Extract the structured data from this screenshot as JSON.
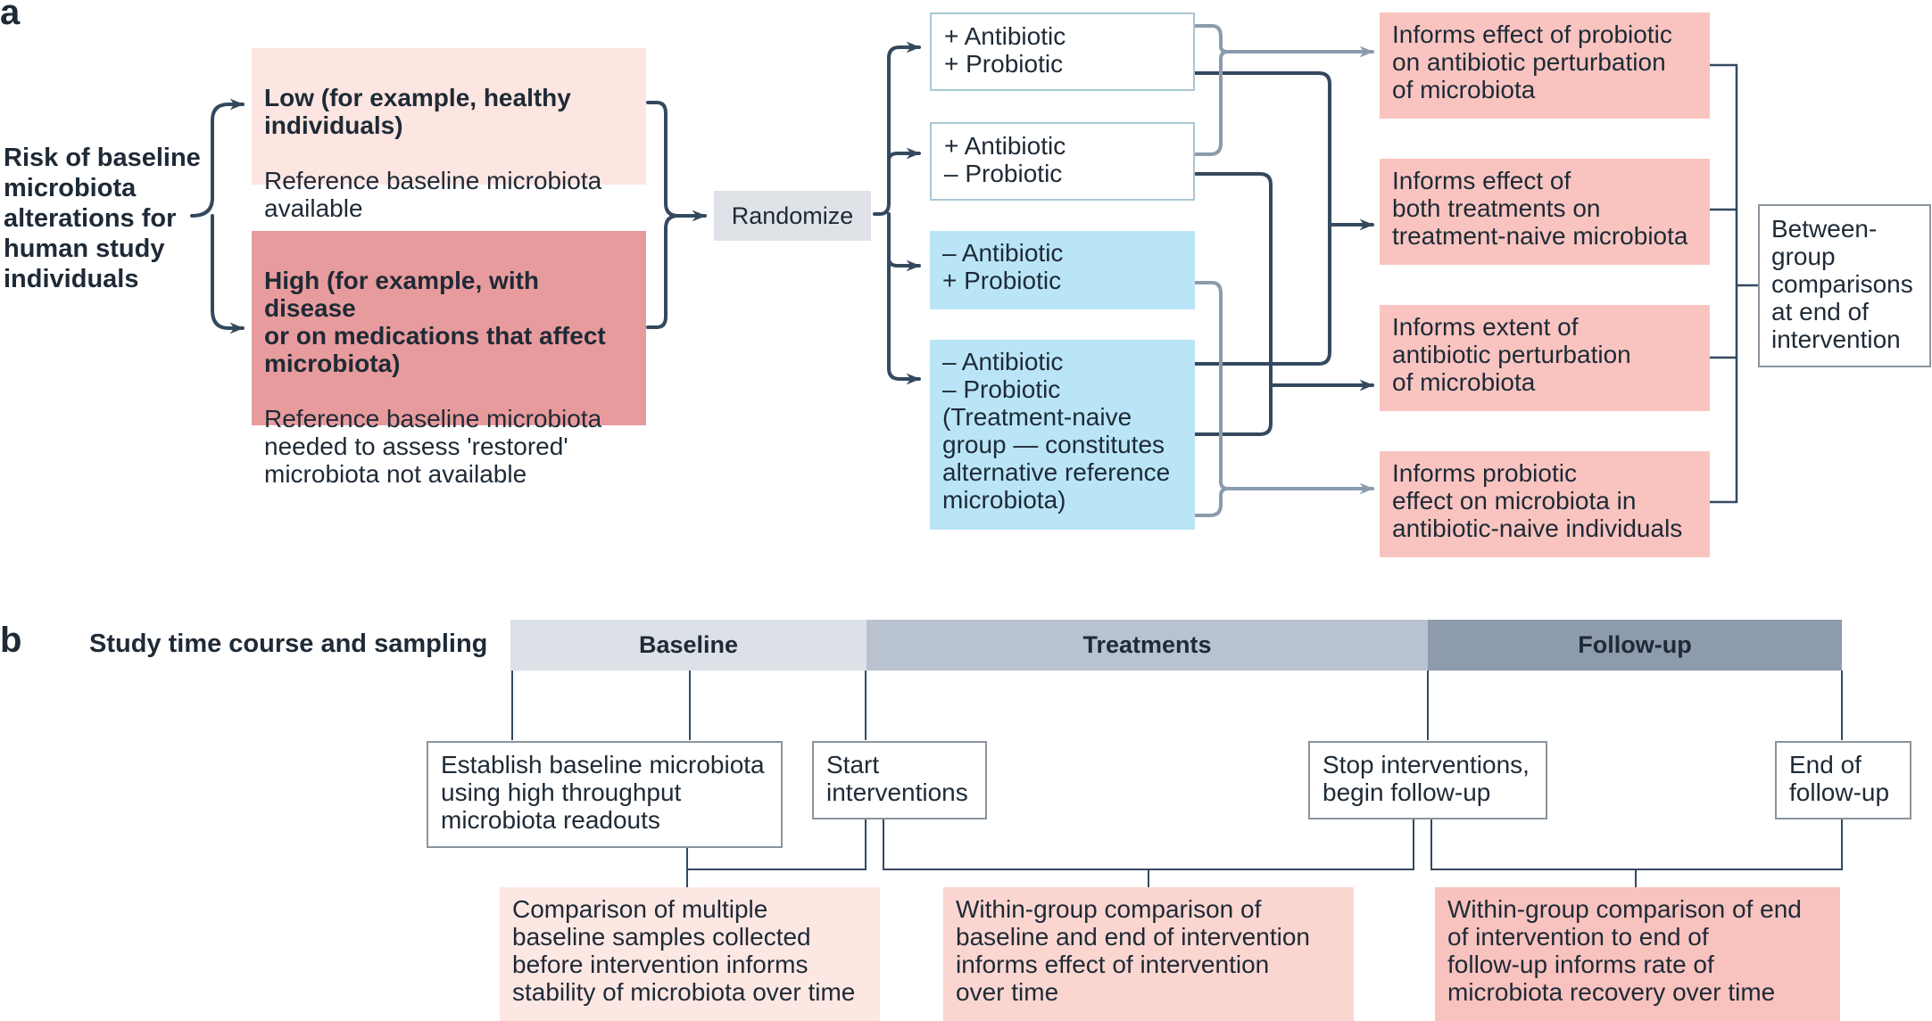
{
  "panel_a": {
    "letter": "a",
    "risk_label": "Risk of baseline\nmicrobiota\nalterations for\nhuman study\nindividuals",
    "low_box": {
      "title": "Low (for example, healthy\nindividuals)",
      "body": "Reference baseline microbiota\navailable"
    },
    "high_box": {
      "title": "High (for example, with disease\nor on medications that affect\nmicrobiota)",
      "body": "Reference baseline microbiota\nneeded to assess 'restored'\nmicrobiota not available"
    },
    "randomize": "Randomize",
    "groups": [
      "+ Antibiotic\n+ Probiotic",
      "+ Antibiotic\n– Probiotic",
      "– Antibiotic\n+ Probiotic",
      "– Antibiotic\n– Probiotic\n(Treatment-naive\ngroup — constitutes\nalternative reference\nmicrobiota)"
    ],
    "outcomes": [
      "Informs effect of probiotic\non antibiotic perturbation\nof microbiota",
      "Informs effect of\nboth treatments on\ntreatment-naive microbiota",
      "Informs extent of\nantibiotic perturbation\nof microbiota",
      "Informs probiotic\neffect on microbiota in\nantibiotic-naive individuals"
    ],
    "comparison": "Between-\ngroup\ncomparisons\nat end of\nintervention"
  },
  "panel_b": {
    "letter": "b",
    "title": "Study time course and sampling",
    "phases": [
      "Baseline",
      "Treatments",
      "Follow-up"
    ],
    "milestones": [
      "Establish baseline microbiota\nusing high throughput\nmicrobiota readouts",
      "Start\ninterventions",
      "Stop interventions,\nbegin follow-up",
      "End of\nfollow-up"
    ],
    "comparisons": [
      "Comparison of multiple\nbaseline samples collected\nbefore intervention informs\nstability of microbiota over time",
      "Within-group comparison of\nbaseline and end of intervention\ninforms effect of intervention\nover time",
      "Within-group comparison of end\nof intervention to end of\nfollow-up informs rate of\nmicrobiota recovery over time"
    ]
  },
  "colors": {
    "dark_line": "#34495e",
    "gray_line": "#8b9bad",
    "low_fill": "#fde5e1",
    "high_fill": "#e89b9d",
    "randomize_fill": "#dfe3e8",
    "blue_fill": "#b9e5f7",
    "outcome_fill": "#f9c4c0",
    "baseline_phase": "#dce1e7",
    "treatments_phase": "#b9c3cf",
    "followup_phase": "#8d9bad",
    "comparison_pink1": "#fde7e3",
    "comparison_pink2": "#fbd6d1",
    "comparison_pink3": "#f8c2be"
  }
}
